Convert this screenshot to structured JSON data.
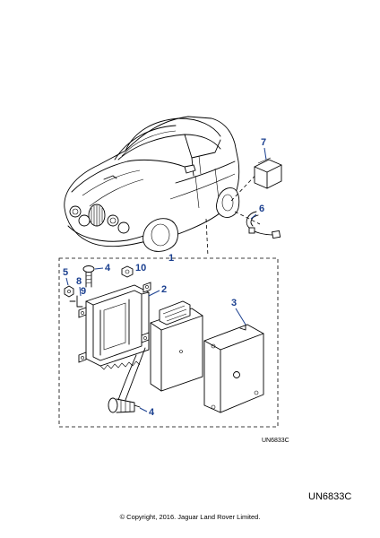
{
  "callouts": {
    "c1": "1",
    "c2": "2",
    "c3": "3",
    "c4a": "4",
    "c4b": "4",
    "c5": "5",
    "c6": "6",
    "c7": "7",
    "c8": "8",
    "c9": "9",
    "c10": "10"
  },
  "diagram_ref_small": "UN6833C",
  "diagram_ref_large": "UN6833C",
  "copyright": "© Copyright, 2016. Jaguar Land Rover Limited.",
  "colors": {
    "callout": "#1a3f8f",
    "line": "#000000",
    "background": "#ffffff"
  }
}
